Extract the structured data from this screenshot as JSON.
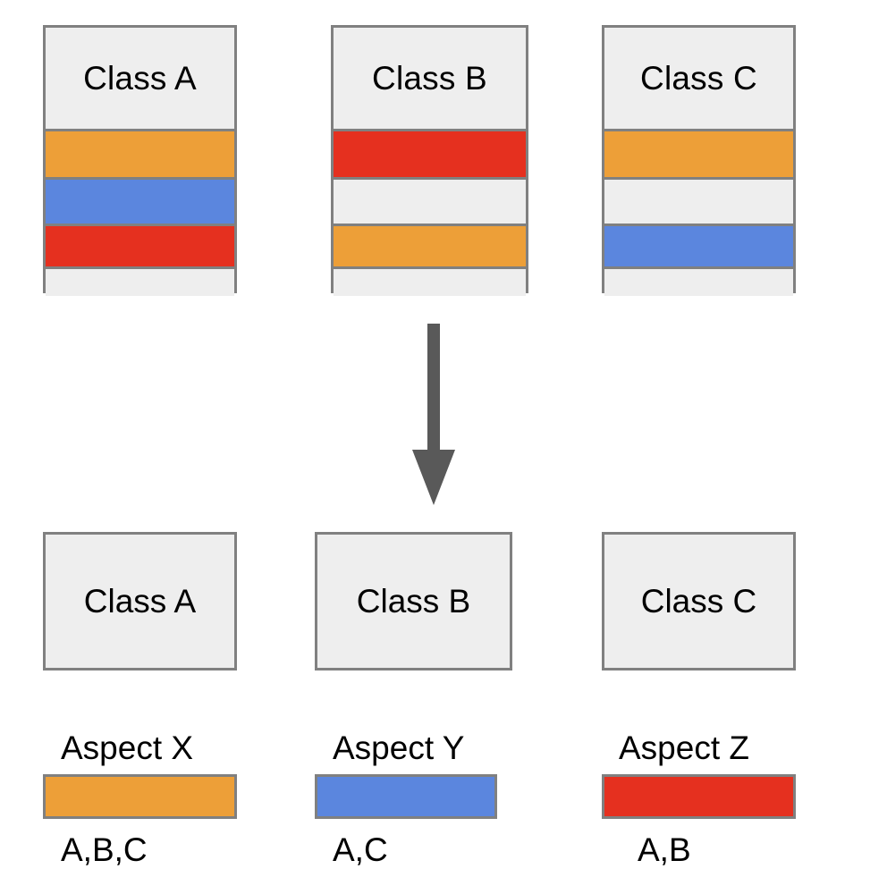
{
  "diagram": {
    "title_row_label": "",
    "palette": {
      "background": "#ffffff",
      "box_fill": "#eeeeee",
      "box_border": "#808080",
      "text": "#000000",
      "arrow": "#595959",
      "aspect_x": "#ed9f38",
      "aspect_y": "#5b86de",
      "aspect_z": "#e5301f",
      "empty_stripe": "#eeeeee"
    },
    "top_row": {
      "cards": [
        {
          "label": "Class A",
          "stripes": [
            {
              "aspect": "Aspect X",
              "color": "#ed9f38",
              "filled": true
            },
            {
              "aspect": "Aspect Y",
              "color": "#5b86de",
              "filled": true
            },
            {
              "aspect": "Aspect Z",
              "color": "#e5301f",
              "filled": true
            },
            {
              "aspect": "",
              "color": "#eeeeee",
              "filled": false
            }
          ]
        },
        {
          "label": "Class B",
          "stripes": [
            {
              "aspect": "Aspect Z",
              "color": "#e5301f",
              "filled": true
            },
            {
              "aspect": "",
              "color": "#eeeeee",
              "filled": false
            },
            {
              "aspect": "Aspect X",
              "color": "#ed9f38",
              "filled": true
            },
            {
              "aspect": "",
              "color": "#eeeeee",
              "filled": false
            }
          ]
        },
        {
          "label": "Class C",
          "stripes": [
            {
              "aspect": "Aspect X",
              "color": "#ed9f38",
              "filled": true
            },
            {
              "aspect": "",
              "color": "#eeeeee",
              "filled": false
            },
            {
              "aspect": "Aspect Y",
              "color": "#5b86de",
              "filled": true
            },
            {
              "aspect": "",
              "color": "#eeeeee",
              "filled": false
            }
          ]
        }
      ]
    },
    "arrow": {
      "name": "down-arrow-icon",
      "direction": "down",
      "color": "#595959"
    },
    "bottom_row": {
      "cards": [
        {
          "label": "Class A"
        },
        {
          "label": "Class B"
        },
        {
          "label": "Class C"
        }
      ]
    },
    "legend": {
      "entries": [
        {
          "title": "Aspect X",
          "color": "#ed9f38",
          "members": "A,B,C"
        },
        {
          "title": "Aspect Y",
          "color": "#5b86de",
          "members": "A,C"
        },
        {
          "title": "Aspect Z",
          "color": "#e5301f",
          "members": "A,B"
        }
      ]
    }
  }
}
